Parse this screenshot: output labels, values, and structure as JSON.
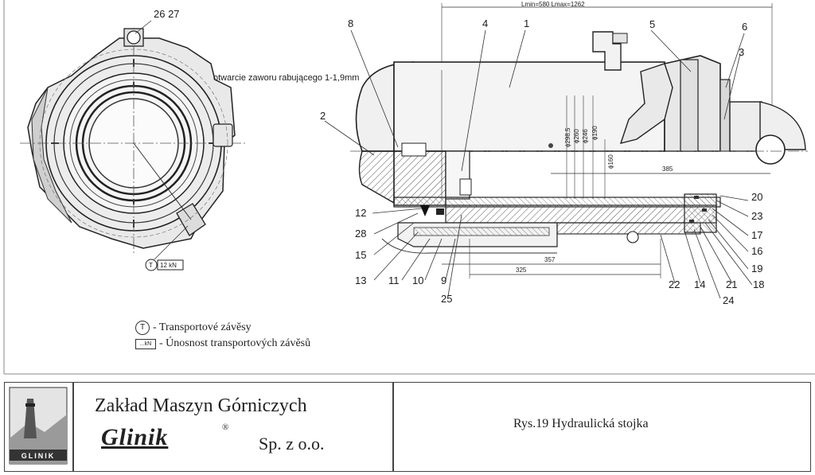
{
  "dimension_top": "Lmin=580  Lmax=1262",
  "side_view_labels": [
    "26 27"
  ],
  "valve_note": "otwarcie zaworu rabującego 1-1,9mm",
  "load_badge": {
    "symbol": "T",
    "value": "12 kN"
  },
  "part_numbers_top": [
    "8",
    "4",
    "1",
    "5",
    "6",
    "3"
  ],
  "part_numbers_left": [
    "2",
    "12",
    "28",
    "15",
    "13",
    "11",
    "10",
    "9",
    "25"
  ],
  "part_numbers_right": [
    "20",
    "23",
    "17",
    "16",
    "19",
    "18",
    "21",
    "24",
    "14",
    "22"
  ],
  "diameters": [
    "ϕ298,5",
    "ϕ260",
    "ϕ246",
    "ϕ190",
    "ϕ160"
  ],
  "dims_horizontal": [
    "385",
    "357",
    "325"
  ],
  "legend": {
    "t_symbol": "T",
    "t_text": "- Transportové závěsy",
    "kn_symbol": "...kN",
    "kn_text": "- Únosnost transportových závěsů"
  },
  "title_block": {
    "company": "Zakład Maszyn Górniczych",
    "brand": "Glinik",
    "registered": "®",
    "company_suffix": "Sp. z o.o.",
    "logo_text": "GLINIK",
    "caption": "Rys.19 Hydraulická stojka"
  }
}
